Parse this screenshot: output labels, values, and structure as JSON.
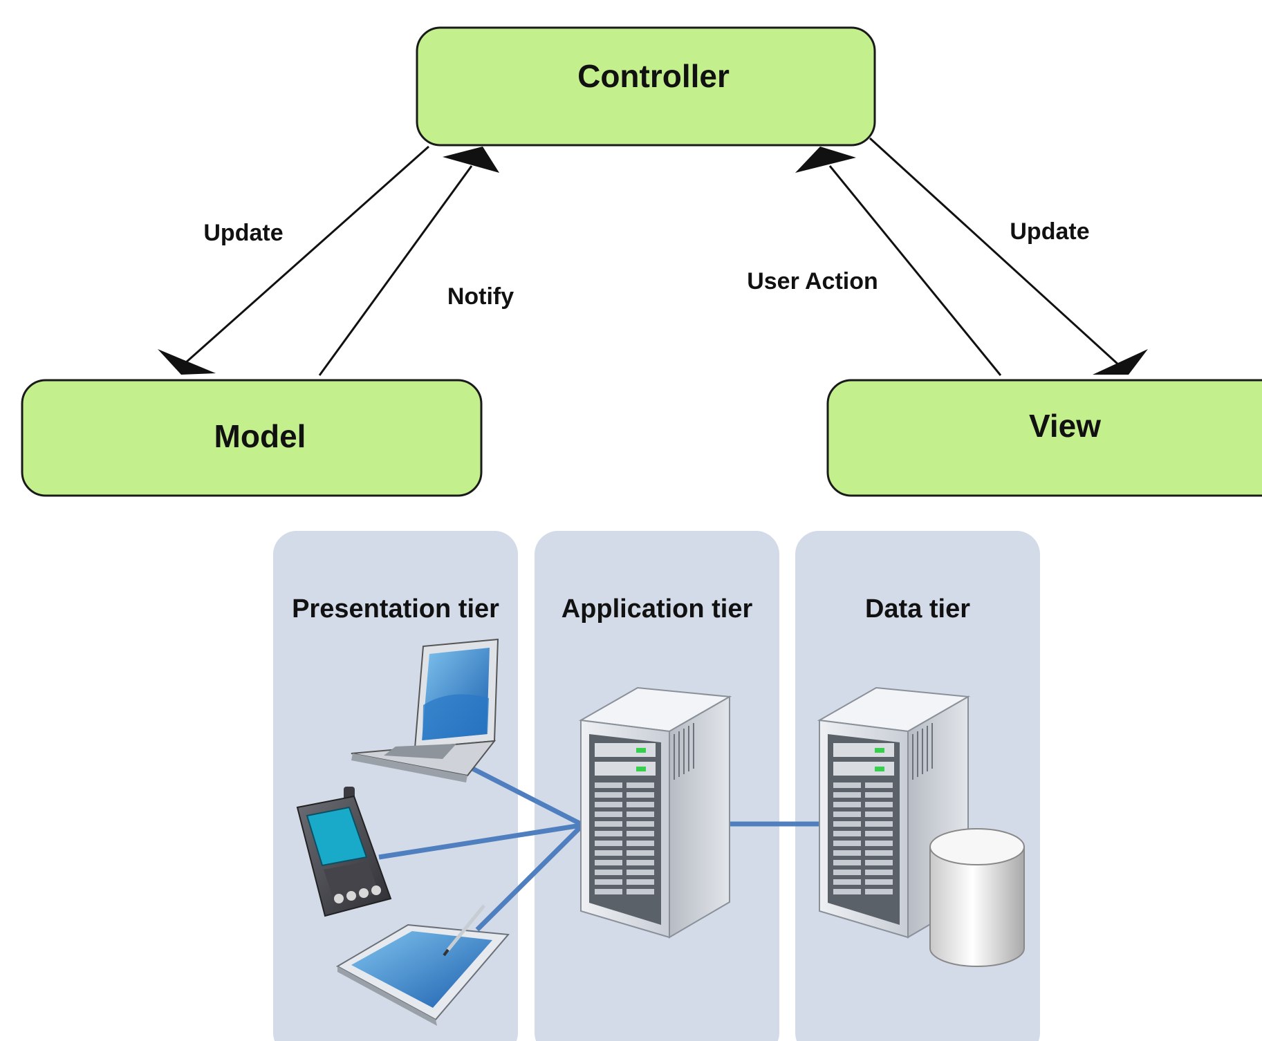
{
  "mvc": {
    "nodes": {
      "controller": "Controller",
      "model": "Model",
      "view": "View"
    },
    "edges": {
      "controller_to_model": "Update",
      "model_to_controller": "Notify",
      "view_to_controller": "User Action",
      "controller_to_view": "Update"
    },
    "colors": {
      "node_fill": "#c3f08c",
      "node_stroke": "#1a1a1a",
      "arrow": "#111111"
    }
  },
  "tiers": {
    "labels": {
      "presentation": "Presentation tier",
      "application": "Application tier",
      "data": "Data tier"
    },
    "icons": {
      "presentation": [
        "laptop-icon",
        "pda-phone-icon",
        "tablet-stylus-icon"
      ],
      "application": [
        "server-tower-icon"
      ],
      "data": [
        "server-tower-icon",
        "database-cylinder-icon"
      ]
    },
    "colors": {
      "column_fill": "#d3dae8",
      "connector": "#4f7fbf"
    }
  }
}
